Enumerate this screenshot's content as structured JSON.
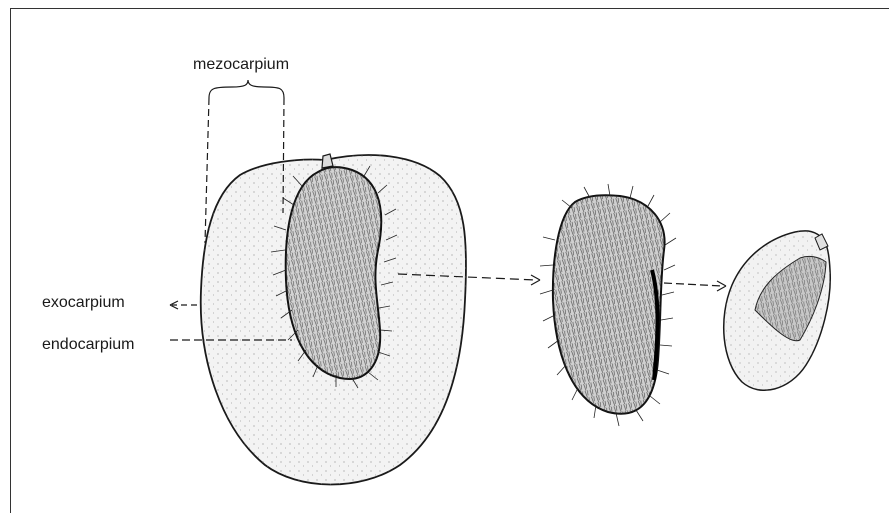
{
  "labels": {
    "mezocarpium": "mezocarpium",
    "exocarpium": "exocarpium",
    "endocarpium": "endocarpium"
  },
  "colors": {
    "ink": "#1a1a1a",
    "flesh": "#f1f1f1",
    "stone": "#cfcfcf",
    "background": "#ffffff"
  }
}
